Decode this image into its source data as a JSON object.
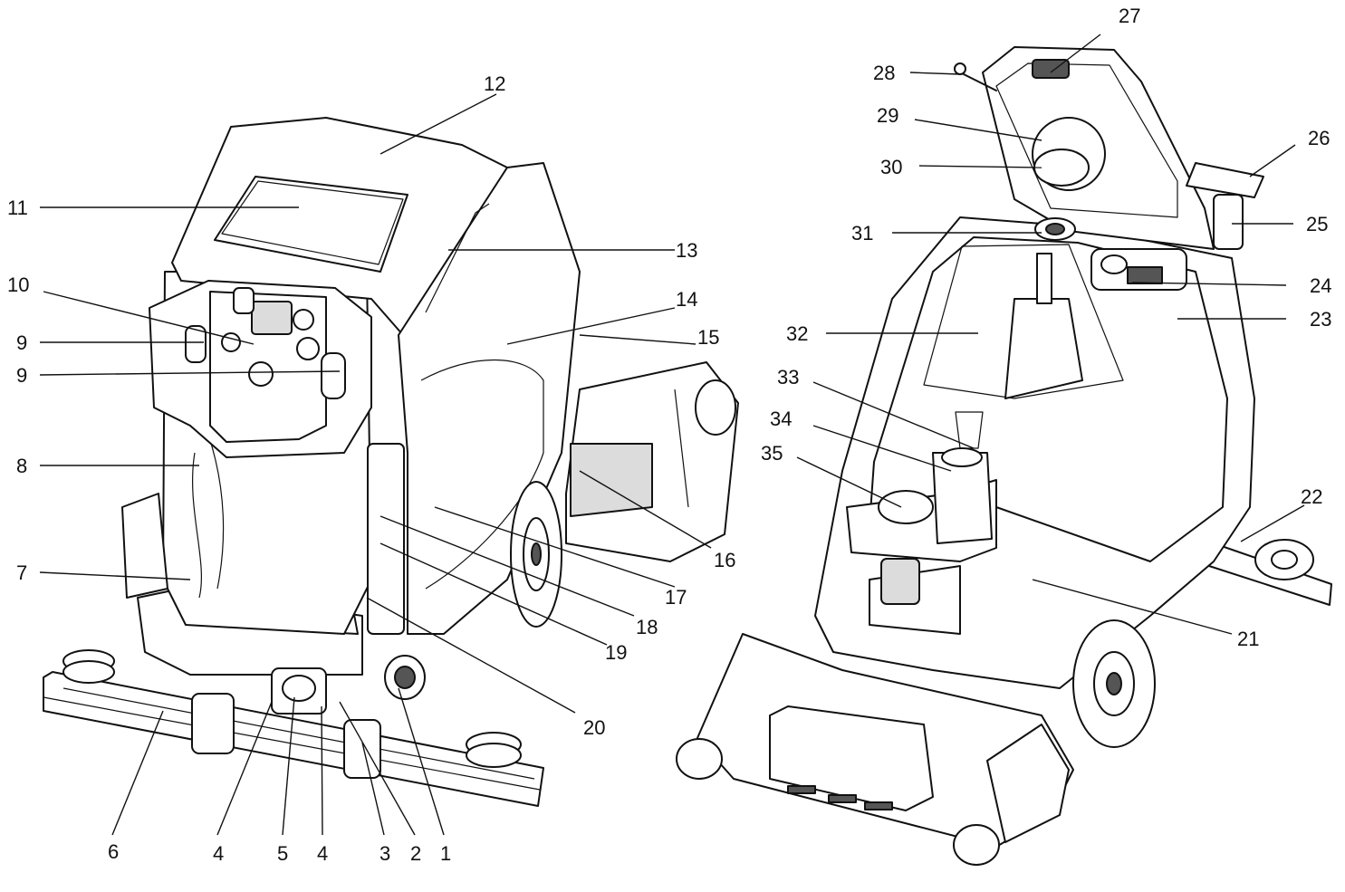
{
  "callouts": [
    {
      "id": "c1",
      "text": "1"
    },
    {
      "id": "c2",
      "text": "2"
    },
    {
      "id": "c3",
      "text": "3"
    },
    {
      "id": "c4a",
      "text": "4"
    },
    {
      "id": "c4b",
      "text": "4"
    },
    {
      "id": "c5",
      "text": "5"
    },
    {
      "id": "c6",
      "text": "6"
    },
    {
      "id": "c7",
      "text": "7"
    },
    {
      "id": "c8",
      "text": "8"
    },
    {
      "id": "c9a",
      "text": "9"
    },
    {
      "id": "c9b",
      "text": "9"
    },
    {
      "id": "c10",
      "text": "10"
    },
    {
      "id": "c11",
      "text": "11"
    },
    {
      "id": "c12",
      "text": "12"
    },
    {
      "id": "c13",
      "text": "13"
    },
    {
      "id": "c14",
      "text": "14"
    },
    {
      "id": "c15",
      "text": "15"
    },
    {
      "id": "c16",
      "text": "16"
    },
    {
      "id": "c17",
      "text": "17"
    },
    {
      "id": "c18",
      "text": "18"
    },
    {
      "id": "c19",
      "text": "19"
    },
    {
      "id": "c20",
      "text": "20"
    },
    {
      "id": "c21",
      "text": "21"
    },
    {
      "id": "c22",
      "text": "22"
    },
    {
      "id": "c23",
      "text": "23"
    },
    {
      "id": "c24",
      "text": "24"
    },
    {
      "id": "c25",
      "text": "25"
    },
    {
      "id": "c26",
      "text": "26"
    },
    {
      "id": "c27",
      "text": "27"
    },
    {
      "id": "c28",
      "text": "28"
    },
    {
      "id": "c29",
      "text": "29"
    },
    {
      "id": "c30",
      "text": "30"
    },
    {
      "id": "c31",
      "text": "31"
    },
    {
      "id": "c32",
      "text": "32"
    },
    {
      "id": "c33",
      "text": "33"
    },
    {
      "id": "c34",
      "text": "34"
    },
    {
      "id": "c35",
      "text": "35"
    }
  ]
}
